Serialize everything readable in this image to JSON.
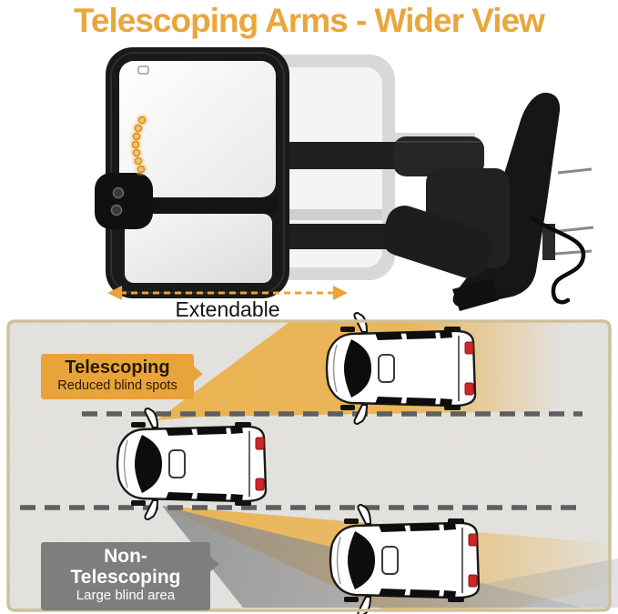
{
  "title": "Telescoping Arms - Wider View",
  "product": {
    "label_extendable": "Extendable",
    "icons": [
      "turn-signal-led-strip-icon",
      "mirror-defrost-icon",
      "extendable-double-arrow-icon"
    ]
  },
  "diagram": {
    "badge_telescoping": {
      "title": "Telescoping",
      "subtitle": "Reduced blind spots"
    },
    "badge_non_telescoping": {
      "title": "Non-Telescoping",
      "subtitle": "Large blind area"
    },
    "vehicle_count": 3,
    "vehicles": [
      "car-top-lane",
      "ego-car-with-towing-mirror",
      "car-bottom-lane"
    ],
    "lane_dividers": 2
  },
  "colors": {
    "accent_yellow": "#E9A63C",
    "badge_yellow": "#E8A43A",
    "badge_gray": "#7E7E7E",
    "view_cone_yellow": "#EAB14B",
    "blind_area_gray": "#8F8F8F",
    "lane_dash_gray": "#5F5F5F",
    "panel_background": "#ECEAE6",
    "panel_border": "#CEC19A",
    "taillight_red": "#CF2727"
  }
}
